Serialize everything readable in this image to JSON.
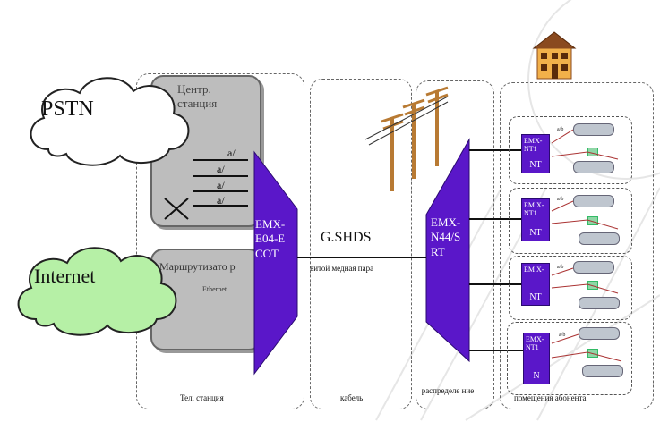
{
  "clouds": {
    "pstn": "PSTN",
    "internet": "Internet"
  },
  "central_station": {
    "label": "Центр. станция",
    "ports": [
      "а/",
      "а/",
      "а/",
      "а/"
    ]
  },
  "router": {
    "label": "Маршрутизато р",
    "sub": "Ethernet"
  },
  "emx_e04": "EMX-E04-E COT",
  "emx_n44": "EMX-N44/S RT",
  "gshds": "G.SHDS",
  "cable_label": "витой медная пара",
  "nt_units": [
    {
      "top": "EMX-NT1",
      "bottom": "NT"
    },
    {
      "top": "EM X-NT1",
      "bottom": "NT"
    },
    {
      "top": "EM X-",
      "bottom": "NT"
    },
    {
      "top": "EMX-NT1",
      "bottom": "N"
    }
  ],
  "bottom_labels": [
    "Тел. станция",
    "кабель",
    "распределе ние",
    "помещения абонента"
  ],
  "colors": {
    "purple": "#5a17c9",
    "grey": "#bdbdbd",
    "cloud": "#b6f0a6"
  }
}
